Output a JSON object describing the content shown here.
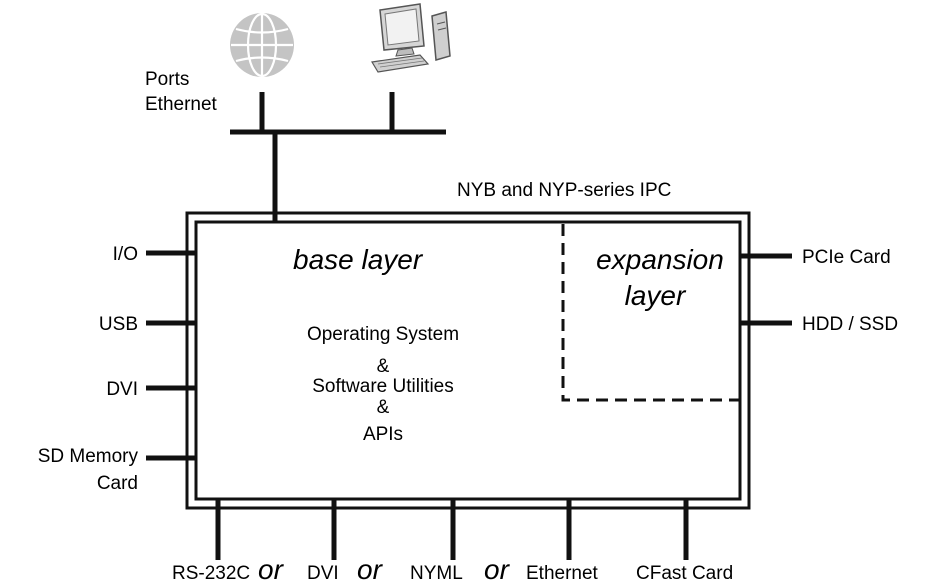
{
  "diagram": {
    "ports_label": {
      "line1": "Ports",
      "line2": "Ethernet"
    },
    "title": "NYB and NYP-series IPC",
    "base_layer": "base layer",
    "expansion_layer": {
      "line1": "expansion",
      "line2": "layer"
    },
    "center_text": {
      "os": "Operating System",
      "amp1": "&",
      "software": "Software Utilities",
      "amp2": "&",
      "apis": "APIs"
    },
    "left_ports": {
      "io": "I/O",
      "usb": "USB",
      "dvi": "DVI",
      "sd_line1": "SD Memory",
      "sd_line2": "Card"
    },
    "right_ports": {
      "pcie": "PCIe Card",
      "hdd": "HDD / SSD"
    },
    "bottom_ports": {
      "rs232c": "RS-232C",
      "or1": "or",
      "dvi": "DVI",
      "or2": "or",
      "nyml": "NYML",
      "or3": "or",
      "ethernet": "Ethernet",
      "cfast": "CFast Card"
    },
    "icons": [
      "globe-icon",
      "computer-icon"
    ]
  }
}
